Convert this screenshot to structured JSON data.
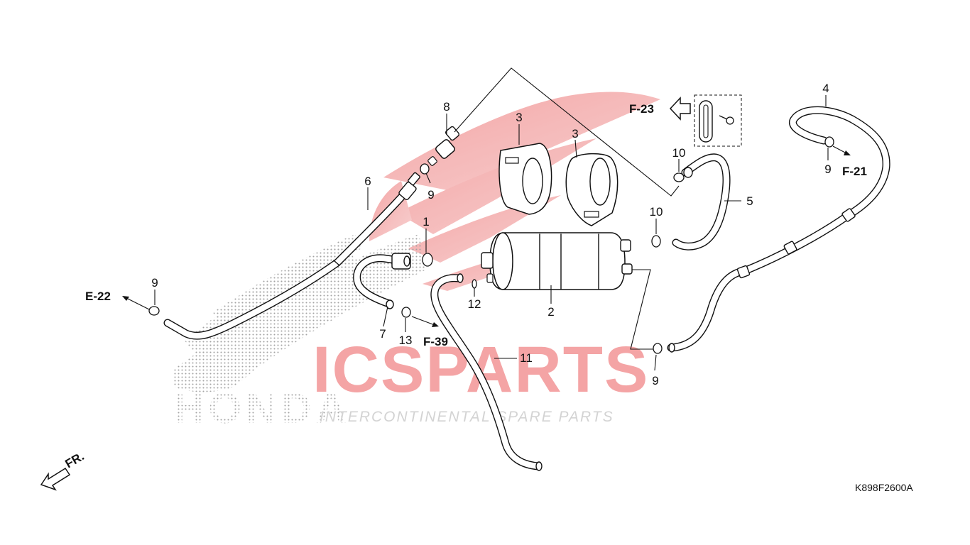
{
  "watermark": {
    "name": "ICSPARTS",
    "tagline": "INTERCONTINENTAL SPARE PARTS",
    "brand": "HONDA",
    "accent_color": "#e8474a",
    "gray_color": "#cfcfcf"
  },
  "callouts": [
    "1",
    "2",
    "3",
    "3",
    "4",
    "5",
    "6",
    "7",
    "8",
    "9",
    "9",
    "9",
    "9",
    "10",
    "10",
    "11",
    "12",
    "13"
  ],
  "references": {
    "e22": "E-22",
    "f23": "F-23",
    "f21": "F-21",
    "f39": "F-39"
  },
  "front_marker": "FR.",
  "diagram_code": "K898F2600A"
}
